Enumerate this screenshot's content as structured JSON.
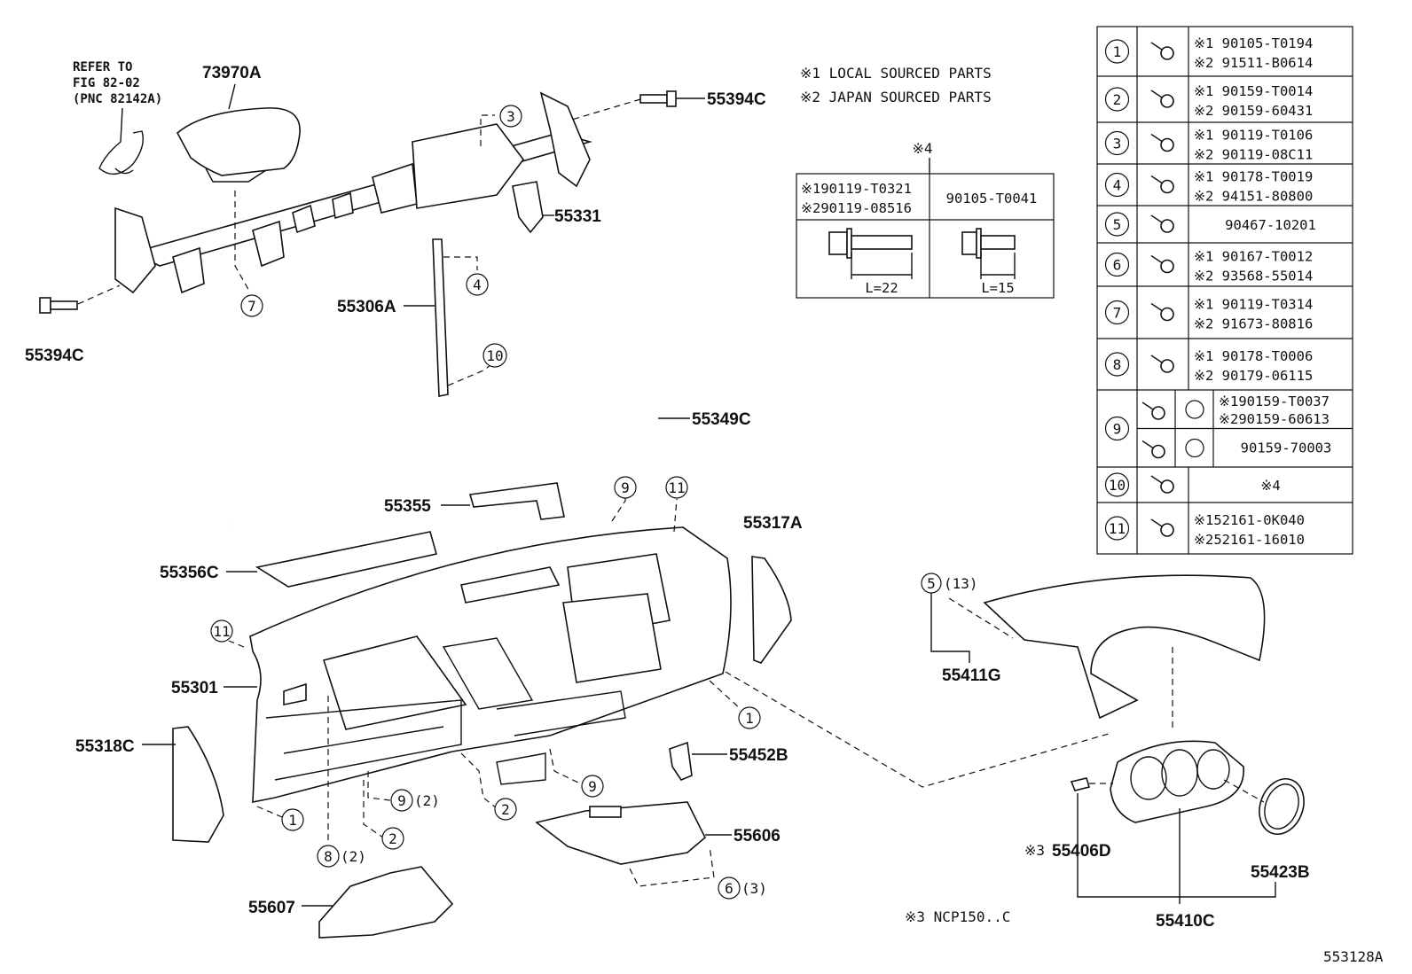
{
  "notes": {
    "note1": "※1 LOCAL SOURCED PARTS",
    "note2": "※2 JAPAN SOURCED PARTS",
    "note3": "※3 NCP150..C",
    "refer": [
      "REFER TO",
      "FIG 82-02",
      "(PNC 82142A)"
    ],
    "figure_id": "553128A"
  },
  "labels": {
    "p73970A": "73970A",
    "p55394C_top": "55394C",
    "p55394C_left": "55394C",
    "p55331": "55331",
    "p55306A": "55306A",
    "p55349C": "55349C",
    "p55355": "55355",
    "p55356C": "55356C",
    "p55317A": "55317A",
    "p55301": "55301",
    "p55318C": "55318C",
    "p55452B": "55452B",
    "p55606": "55606",
    "p55607": "55607",
    "p55411G": "55411G",
    "p55406D": "55406D",
    "p55423B": "55423B",
    "p55410C": "55410C"
  },
  "callouts": {
    "c3": "3",
    "c7": "7",
    "c4": "4",
    "c10": "10",
    "c9a": "9",
    "c11a": "11",
    "c11b": "11",
    "c1a": "1",
    "c1b": "1",
    "c9b": "9",
    "c9c": "9",
    "c2a": "2",
    "c2b": "2",
    "c8": "8",
    "c6": "6",
    "c5": "5",
    "qty_9": "(2)",
    "qty_8": "(2)",
    "qty_6": "(3)",
    "qty_5": "(13)",
    "mark4": "※4",
    "mark3": "※3"
  },
  "bolt_box": {
    "row1": "※190119-T0321",
    "row2": "※290119-08516",
    "right": "90105-T0041",
    "l_left": "L=22",
    "l_right": "L=15"
  },
  "fastener_table": [
    {
      "num": "1",
      "lines": [
        "※1 90105-T0194",
        "※2 91511-B0614"
      ]
    },
    {
      "num": "2",
      "lines": [
        "※1 90159-T0014",
        "※2 90159-60431"
      ]
    },
    {
      "num": "3",
      "lines": [
        "※1 90119-T0106",
        "※2 90119-08C11"
      ]
    },
    {
      "num": "4",
      "lines": [
        "※1 90178-T0019",
        "※2 94151-80800"
      ]
    },
    {
      "num": "5",
      "lines": [
        "90467-10201"
      ]
    },
    {
      "num": "6",
      "lines": [
        "※1 90167-T0012",
        "※2 93568-55014"
      ]
    },
    {
      "num": "7",
      "lines": [
        "※1 90119-T0314",
        "※2 91673-80816"
      ]
    },
    {
      "num": "8",
      "lines": [
        "※1 90178-T0006",
        "※2 90179-06115"
      ]
    },
    {
      "num": "9",
      "lines": [
        "※190159-T0037",
        "※290159-60613",
        "90159-70003"
      ]
    },
    {
      "num": "10",
      "lines": [
        "※4"
      ]
    },
    {
      "num": "11",
      "lines": [
        "※152161-0K040",
        "※252161-16010"
      ]
    }
  ]
}
